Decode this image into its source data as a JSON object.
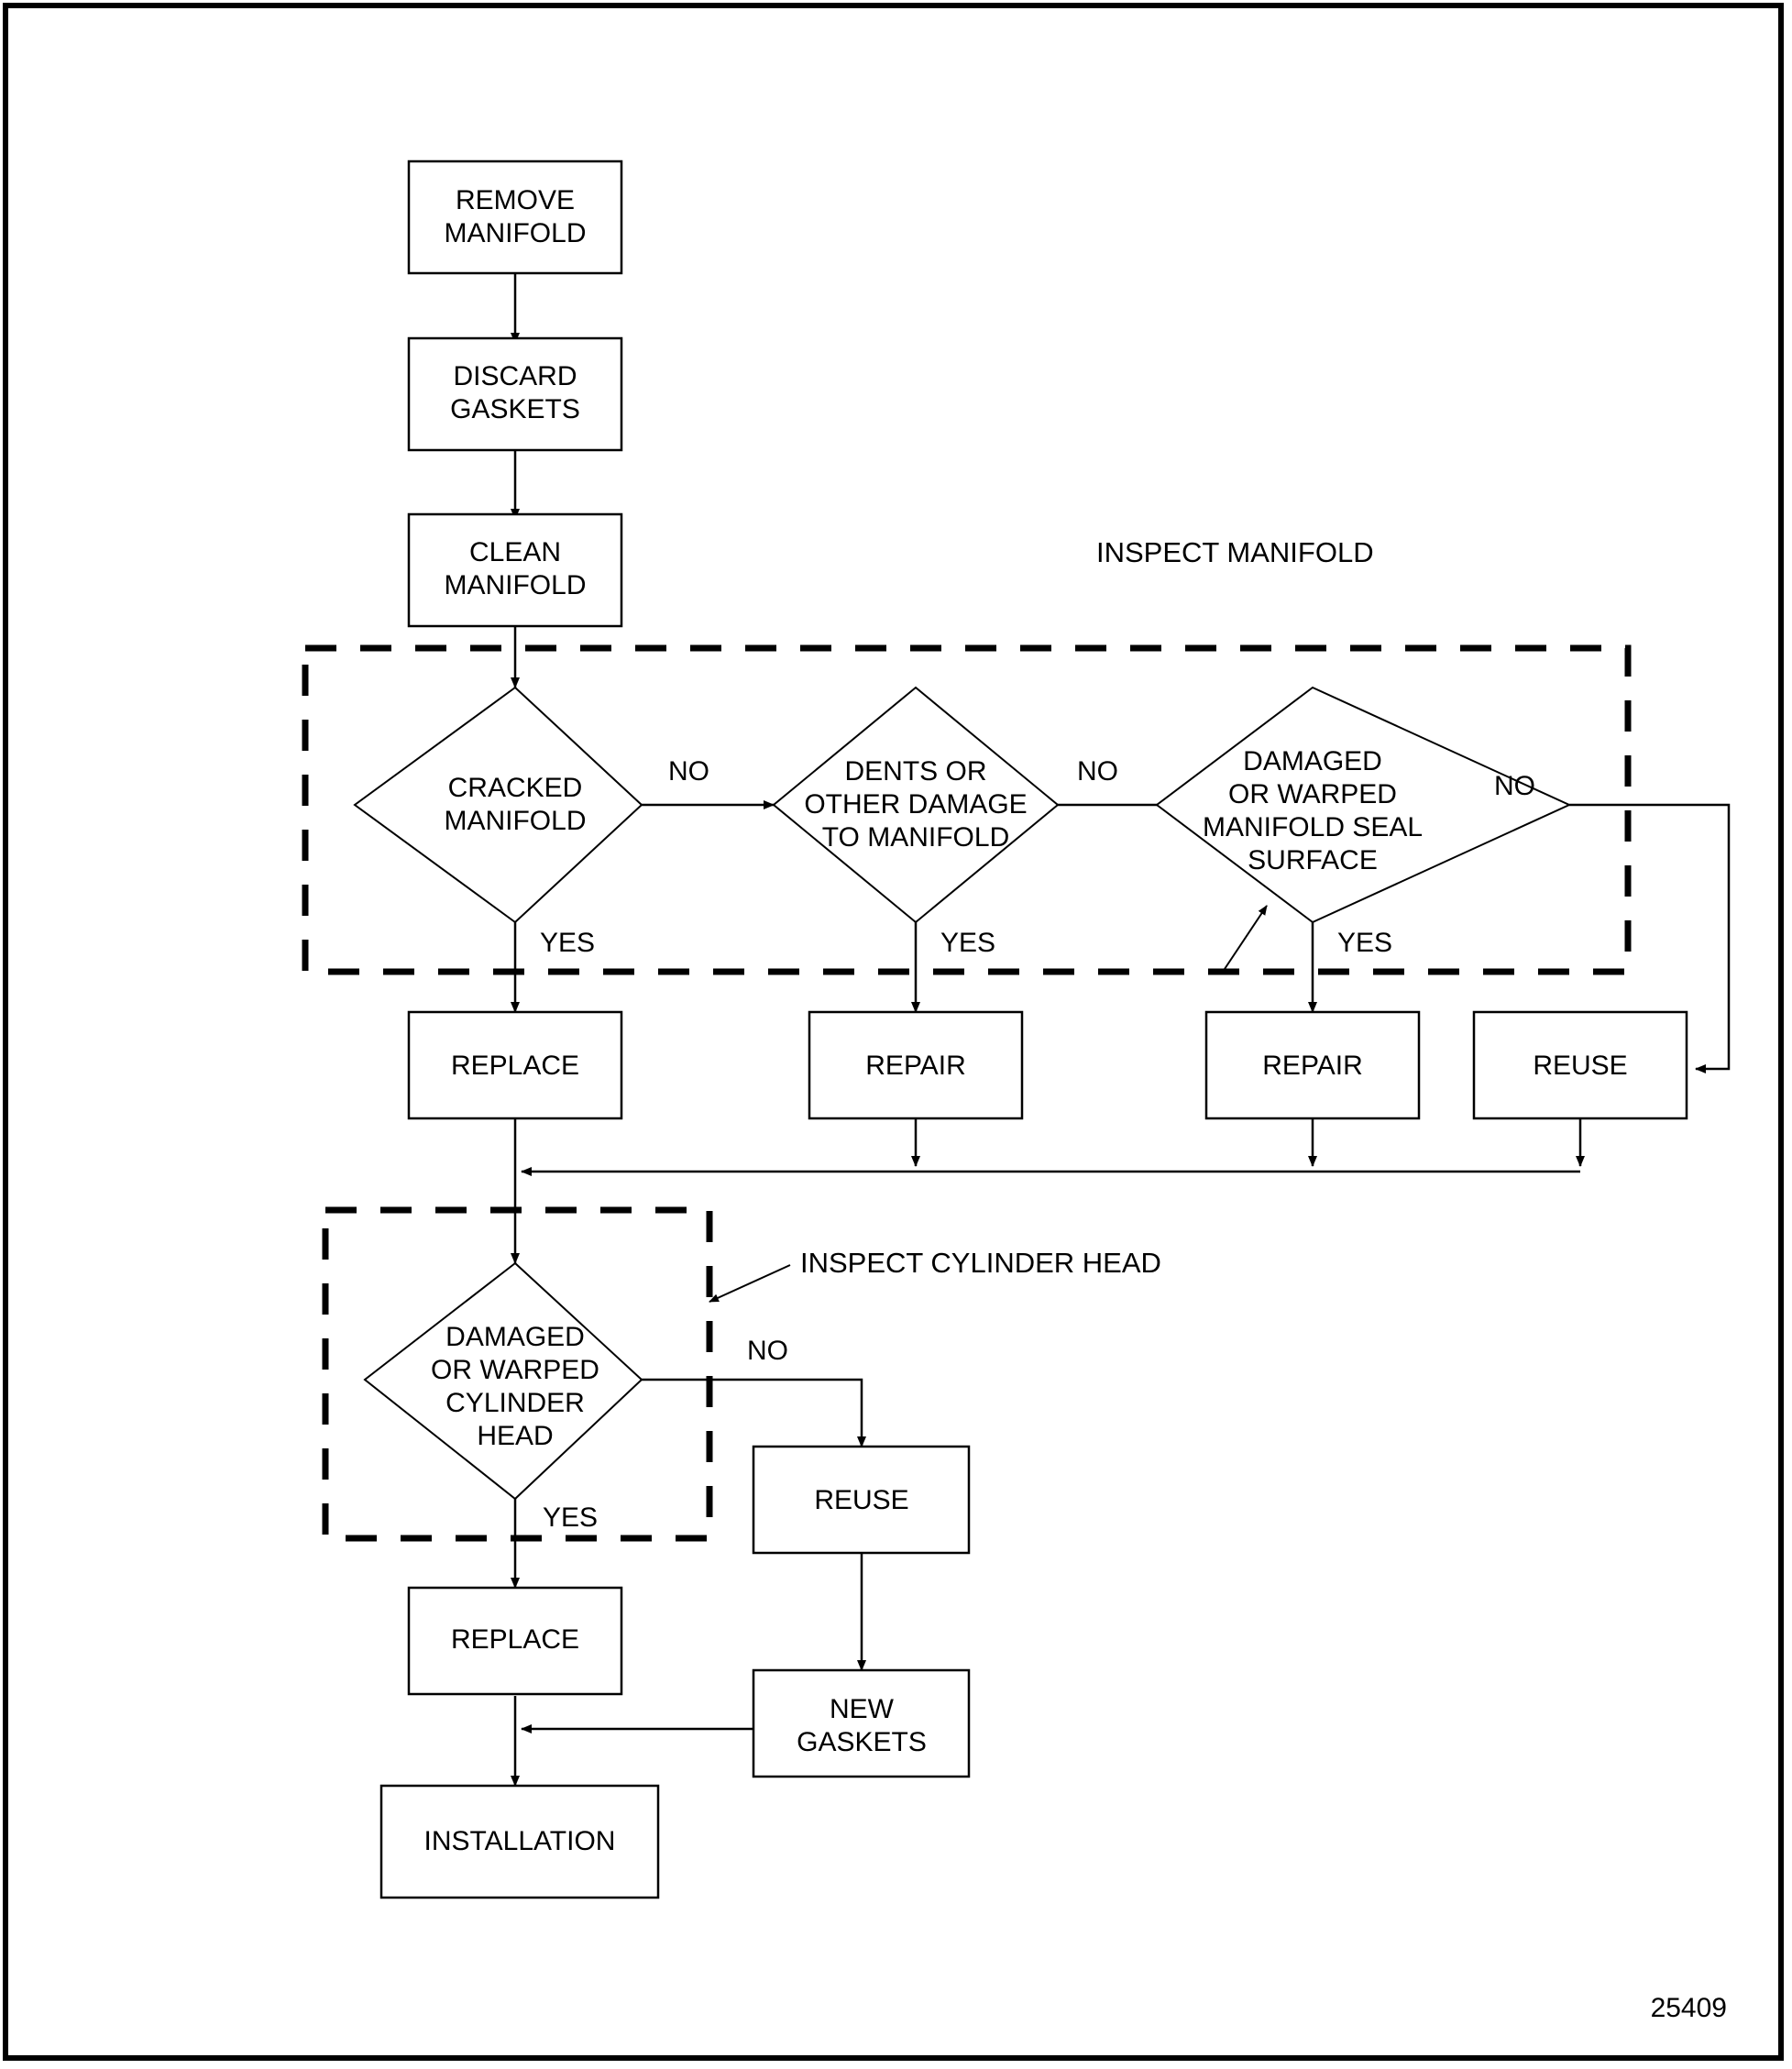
{
  "figure": {
    "id_label": "25409",
    "border_color": "#000000",
    "background_color": "#ffffff",
    "line_color": "#000000"
  },
  "chart_data": {
    "type": "diagram",
    "title": "Exhaust Manifold Inspection Flowchart",
    "nodes": [
      {
        "id": "remove_manifold",
        "shape": "process",
        "label": "REMOVE\nMANIFOLD",
        "line1": "REMOVE",
        "line2": "MANIFOLD",
        "line3": "",
        "line4": ""
      },
      {
        "id": "discard_gaskets",
        "shape": "process",
        "label": "DISCARD\nGASKETS",
        "line1": "DISCARD",
        "line2": "GASKETS",
        "line3": "",
        "line4": ""
      },
      {
        "id": "clean_manifold",
        "shape": "process",
        "label": "CLEAN\nMANIFOLD",
        "line1": "CLEAN",
        "line2": "MANIFOLD",
        "line3": "",
        "line4": ""
      },
      {
        "id": "cracked_manifold",
        "shape": "decision",
        "label": "CRACKED\nMANIFOLD",
        "line1": "CRACKED",
        "line2": "MANIFOLD",
        "line3": "",
        "line4": ""
      },
      {
        "id": "dents_damage",
        "shape": "decision",
        "label": "DENTS OR\nOTHER DAMAGE\nTO MANIFOLD",
        "line1": "DENTS OR",
        "line2": "OTHER DAMAGE",
        "line3": "TO MANIFOLD",
        "line4": ""
      },
      {
        "id": "seal_surface",
        "shape": "decision",
        "label": "DAMAGED\nOR WARPED\nMANIFOLD SEAL\nSURFACE",
        "line1": "DAMAGED",
        "line2": "OR WARPED",
        "line3": "MANIFOLD SEAL",
        "line4": "SURFACE"
      },
      {
        "id": "replace_manifold",
        "shape": "process",
        "label": "REPLACE",
        "line1": "REPLACE",
        "line2": "",
        "line3": "",
        "line4": ""
      },
      {
        "id": "repair_dents",
        "shape": "process",
        "label": "REPAIR",
        "line1": "REPAIR",
        "line2": "",
        "line3": "",
        "line4": ""
      },
      {
        "id": "repair_seal",
        "shape": "process",
        "label": "REPAIR",
        "line1": "REPAIR",
        "line2": "",
        "line3": "",
        "line4": ""
      },
      {
        "id": "reuse_manifold",
        "shape": "process",
        "label": "REUSE",
        "line1": "REUSE",
        "line2": "",
        "line3": "",
        "line4": ""
      },
      {
        "id": "cylinder_head",
        "shape": "decision",
        "label": "DAMAGED\nOR WARPED\nCYLINDER\nHEAD",
        "line1": "DAMAGED",
        "line2": "OR WARPED",
        "line3": "CYLINDER",
        "line4": "HEAD"
      },
      {
        "id": "reuse_head",
        "shape": "process",
        "label": "REUSE",
        "line1": "REUSE",
        "line2": "",
        "line3": "",
        "line4": ""
      },
      {
        "id": "replace_head",
        "shape": "process",
        "label": "REPLACE",
        "line1": "REPLACE",
        "line2": "",
        "line3": "",
        "line4": ""
      },
      {
        "id": "new_gaskets",
        "shape": "process",
        "label": "NEW\nGASKETS",
        "line1": "NEW",
        "line2": "GASKETS",
        "line3": "",
        "line4": ""
      },
      {
        "id": "installation",
        "shape": "process",
        "label": "INSTALLATION",
        "line1": "INSTALLATION",
        "line2": "",
        "line3": "",
        "line4": ""
      }
    ],
    "edge_labels": {
      "cracked_no": "NO",
      "cracked_yes": "YES",
      "dents_no": "NO",
      "dents_yes": "YES",
      "seal_no": "NO",
      "seal_yes": "YES",
      "head_no": "NO",
      "head_yes": "YES"
    },
    "groups": [
      {
        "id": "inspect_manifold",
        "label": "INSPECT MANIFOLD",
        "style": "dashed"
      },
      {
        "id": "inspect_cylinder_head",
        "label": "INSPECT CYLINDER HEAD",
        "style": "dashed"
      }
    ],
    "edges": [
      {
        "from": "remove_manifold",
        "to": "discard_gaskets",
        "label": ""
      },
      {
        "from": "discard_gaskets",
        "to": "clean_manifold",
        "label": ""
      },
      {
        "from": "clean_manifold",
        "to": "cracked_manifold",
        "label": ""
      },
      {
        "from": "cracked_manifold",
        "to": "dents_damage",
        "label": "NO"
      },
      {
        "from": "cracked_manifold",
        "to": "replace_manifold",
        "label": "YES"
      },
      {
        "from": "dents_damage",
        "to": "seal_surface",
        "label": "NO"
      },
      {
        "from": "dents_damage",
        "to": "repair_dents",
        "label": "YES"
      },
      {
        "from": "seal_surface",
        "to": "reuse_manifold",
        "label": "NO"
      },
      {
        "from": "seal_surface",
        "to": "repair_seal",
        "label": "YES"
      },
      {
        "from": "replace_manifold",
        "to": "cylinder_head",
        "label": ""
      },
      {
        "from": "repair_dents",
        "to": "cylinder_head",
        "label": ""
      },
      {
        "from": "repair_seal",
        "to": "cylinder_head",
        "label": ""
      },
      {
        "from": "reuse_manifold",
        "to": "cylinder_head",
        "label": ""
      },
      {
        "from": "cylinder_head",
        "to": "reuse_head",
        "label": "NO"
      },
      {
        "from": "cylinder_head",
        "to": "replace_head",
        "label": "YES"
      },
      {
        "from": "reuse_head",
        "to": "new_gaskets",
        "label": ""
      },
      {
        "from": "new_gaskets",
        "to": "installation",
        "label": ""
      },
      {
        "from": "replace_head",
        "to": "installation",
        "label": ""
      }
    ]
  }
}
